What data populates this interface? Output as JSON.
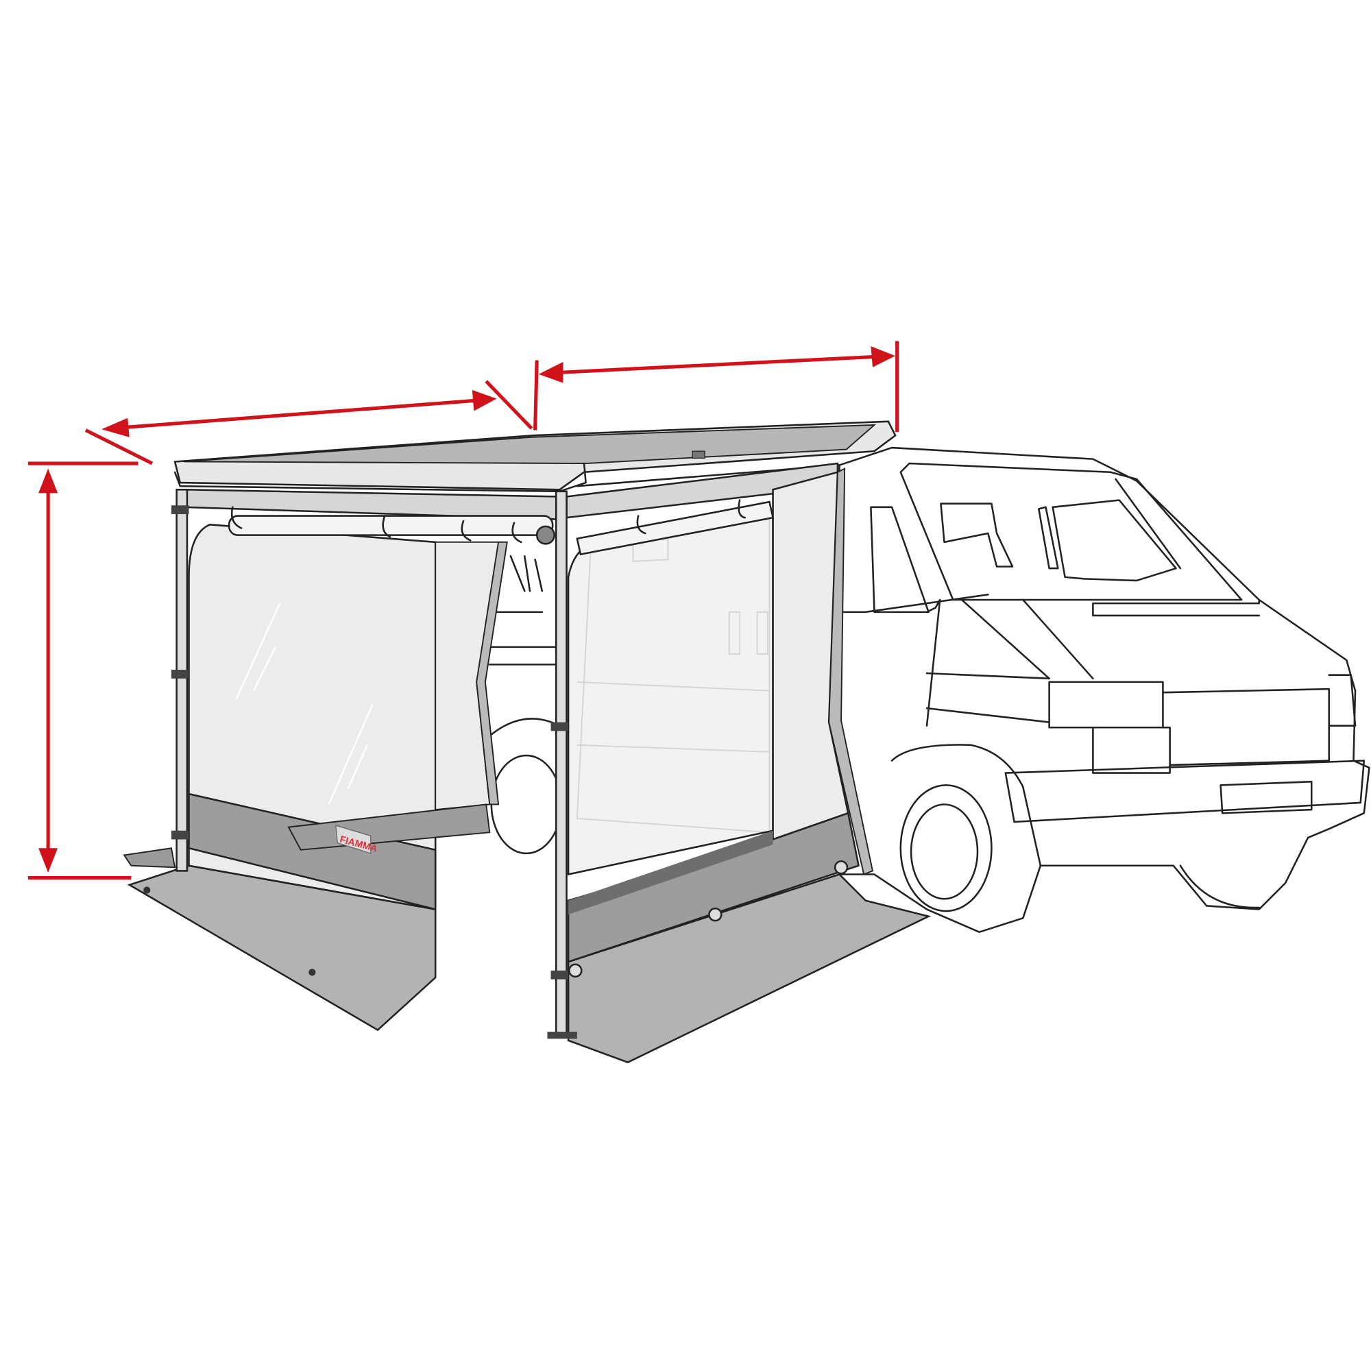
{
  "illustration": {
    "logo_text": "FIAMMA",
    "colors": {
      "dimension_arrows": "#d0121b",
      "awning_fabric": "#bdbdbd",
      "floor_skirt": "#b3b3b3",
      "mesh_panel": "#ececec",
      "outline": "#222222",
      "logo_red": "#e0303a"
    },
    "dimension_arrows": [
      "height",
      "awning-depth",
      "awning-length"
    ]
  }
}
